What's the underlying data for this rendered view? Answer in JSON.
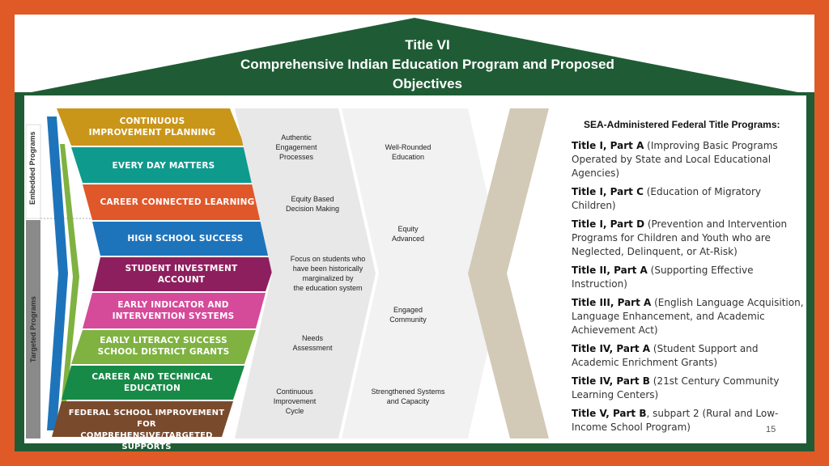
{
  "header": {
    "line1": "Title VI",
    "line2": "Comprehensive Indian Education Program and Proposed",
    "line3": "Objectives"
  },
  "side_labels": {
    "embedded": "Embedded Programs",
    "targeted": "Targeted Programs"
  },
  "bands": [
    {
      "l1": "CONTINUOUS",
      "l2": "IMPROVEMENT PLANNING",
      "color": "#c9961a"
    },
    {
      "l1": "EVERY DAY MATTERS",
      "l2": "",
      "color": "#0f9a8e"
    },
    {
      "l1": "CAREER CONNECTED LEARNING",
      "l2": "",
      "color": "#e0572a"
    },
    {
      "l1": "HIGH SCHOOL SUCCESS",
      "l2": "",
      "color": "#1e74bb"
    },
    {
      "l1": "STUDENT INVESTMENT",
      "l2": "ACCOUNT",
      "color": "#8e1f5e"
    },
    {
      "l1": "EARLY INDICATOR AND",
      "l2": "INTERVENTION SYSTEMS",
      "color": "#d64a9a"
    },
    {
      "l1": "EARLY LITERACY SUCCESS",
      "l2": "SCHOOL DISTRICT GRANTS",
      "color": "#7fb241"
    },
    {
      "l1": "CAREER AND TECHNICAL",
      "l2": "EDUCATION",
      "color": "#178a47"
    },
    {
      "l1": "FEDERAL SCHOOL IMPROVEMENT FOR",
      "l2": "COMPREHENSIVE/TARGETED SUPPORTS",
      "color": "#7a4a2c"
    }
  ],
  "middle_left": [
    {
      "l1": "Authentic",
      "l2": "Engagement",
      "l3": "Processes",
      "l4": ""
    },
    {
      "l1": "Equity Based",
      "l2": "Decision Making",
      "l3": "",
      "l4": ""
    },
    {
      "l1": "Focus on students who",
      "l2": "have been historically",
      "l3": "marginalized by",
      "l4": "the education system"
    },
    {
      "l1": "Needs",
      "l2": "Assessment",
      "l3": "",
      "l4": ""
    },
    {
      "l1": "Continuous",
      "l2": "Improvement",
      "l3": "Cycle",
      "l4": ""
    }
  ],
  "middle_right": [
    {
      "l1": "Well-Rounded",
      "l2": "Education"
    },
    {
      "l1": "Equity",
      "l2": "Advanced"
    },
    {
      "l1": "Engaged",
      "l2": "Community"
    },
    {
      "l1": "Strengthened Systems",
      "l2": "and Capacity"
    }
  ],
  "right_panel": {
    "heading": "SEA-Administered Federal Title Programs:",
    "items": [
      {
        "bold": "Title I, Part A",
        "rest": " (Improving Basic Programs Operated by State and Local Educational Agencies)"
      },
      {
        "bold": "Title I, Part C",
        "rest": " (Education of Migratory Children)"
      },
      {
        "bold": "Title I, Part D",
        "rest": " (Prevention and Intervention Programs for Children and Youth who are Neglected, Delinquent, or At-Risk)"
      },
      {
        "bold": "Title II, Part A",
        "rest": " (Supporting Effective Instruction)"
      },
      {
        "bold": "Title III, Part A",
        "rest": " (English Language Acquisition, Language Enhancement, and Academic Achievement Act)"
      },
      {
        "bold": "Title IV, Part A",
        "rest": " (Student Support and Academic Enrichment Grants)"
      },
      {
        "bold": "Title IV, Part B",
        "rest": " (21st Century Community Learning Centers)"
      },
      {
        "bold": "Title V, Part B",
        "rest": ", subpart 2 (Rural and Low-Income School Program)"
      }
    ]
  },
  "page_number": "15",
  "colors": {
    "frame": "#e05a28",
    "roof": "#1f5c35",
    "chevron_light": "#e8e8e8",
    "chevron_tan": "#d2cab7"
  }
}
